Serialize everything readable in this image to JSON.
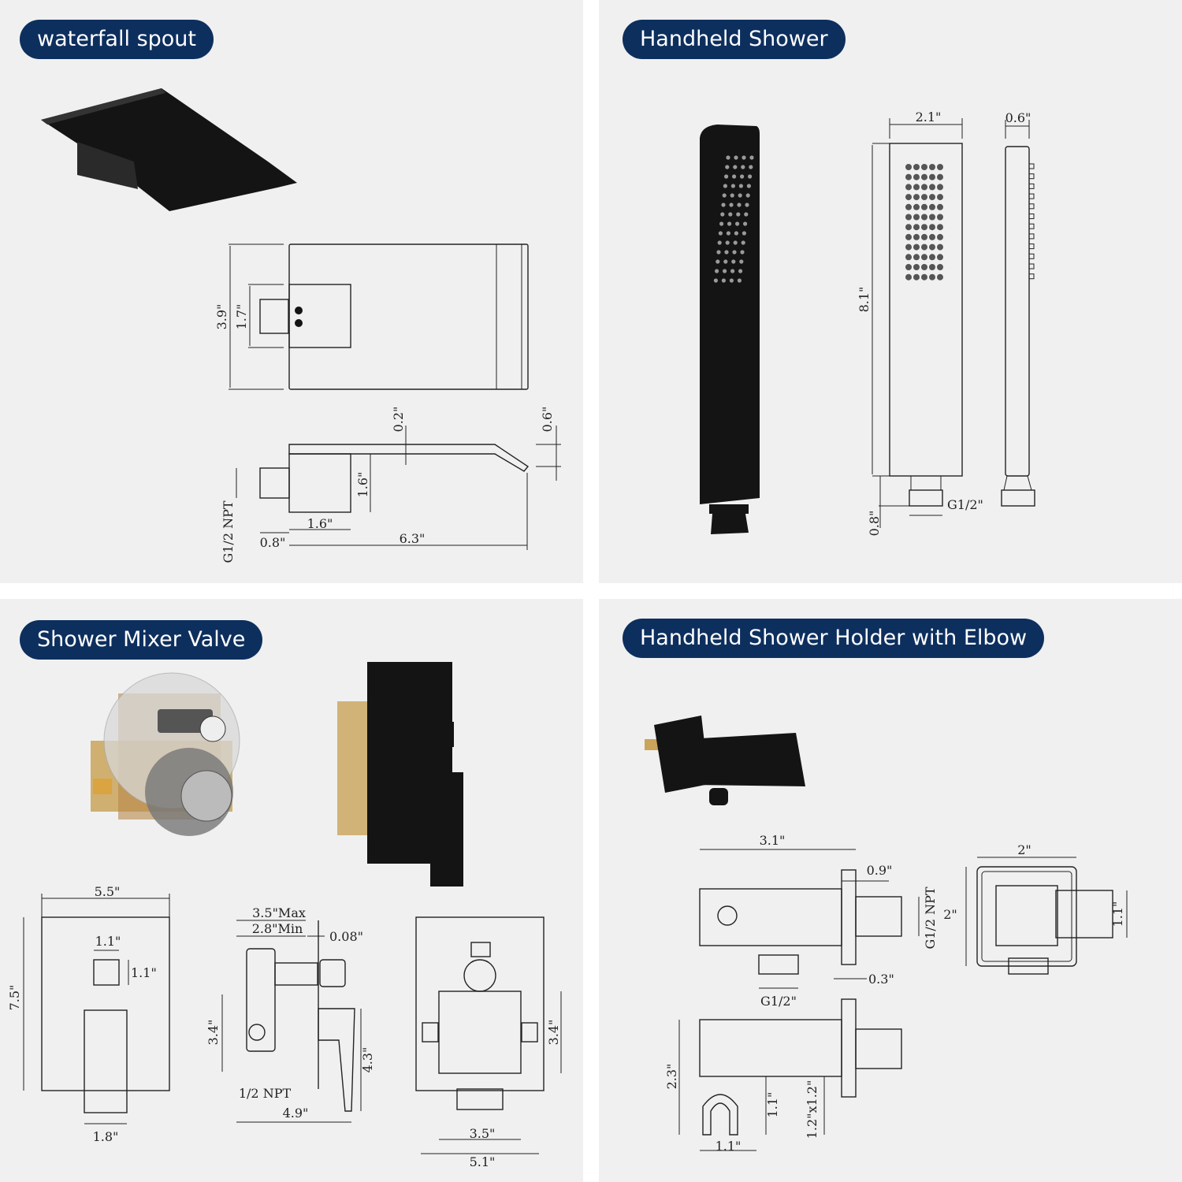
{
  "sections": {
    "waterfall_spout": {
      "title": "waterfall spout",
      "dims": {
        "height_top": "3.9\"",
        "inner_height": "1.7\"",
        "lip_thickness": "0.2\"",
        "drop": "0.6\"",
        "body_height": "1.6\"",
        "pipe": "G1/2 NPT",
        "body_width": "1.6\"",
        "offset": "0.8\"",
        "length": "6.3\""
      }
    },
    "handheld_shower": {
      "title": "Handheld Shower",
      "dims": {
        "width": "2.1\"",
        "depth": "0.6\"",
        "length": "8.1\"",
        "connector": "G1/2\"",
        "connector_len": "0.8\""
      }
    },
    "mixer_valve": {
      "title": "Shower Mixer Valve",
      "dims": {
        "plate_width": "5.5\"",
        "plate_height": "7.5\"",
        "knob_w": "1.1\"",
        "knob_h": "1.1\"",
        "handle_w": "1.8\"",
        "depth_max": "3.5\"Max",
        "depth_min": "2.8\"Min",
        "gap": "0.08\"",
        "body_h": "3.4\"",
        "handle_h": "4.3\"",
        "npt": "1/2 NPT",
        "side_width": "4.9\"",
        "back_h": "3.4\"",
        "back_w_inner": "3.5\"",
        "back_w": "5.1\""
      }
    },
    "holder_elbow": {
      "title": "Handheld Shower Holder with Elbow",
      "dims": {
        "length": "3.1\"",
        "flange": "0.9\"",
        "pipe": "G1/2 NPT",
        "flange_t": "0.3\"",
        "outlet": "G1/2\"",
        "plate_w": "2\"",
        "plate_h": "2\"",
        "square": "1.1\"",
        "holder_h": "2.3\"",
        "cradle_h": "1.1\"",
        "cradle_w": "1.1\"",
        "thread": "1.2\"x1.2\""
      }
    }
  },
  "colors": {
    "pill": "#0d2f5e",
    "panel": "#f0f0f0",
    "product": "#141414",
    "brass": "#c9a45a"
  }
}
